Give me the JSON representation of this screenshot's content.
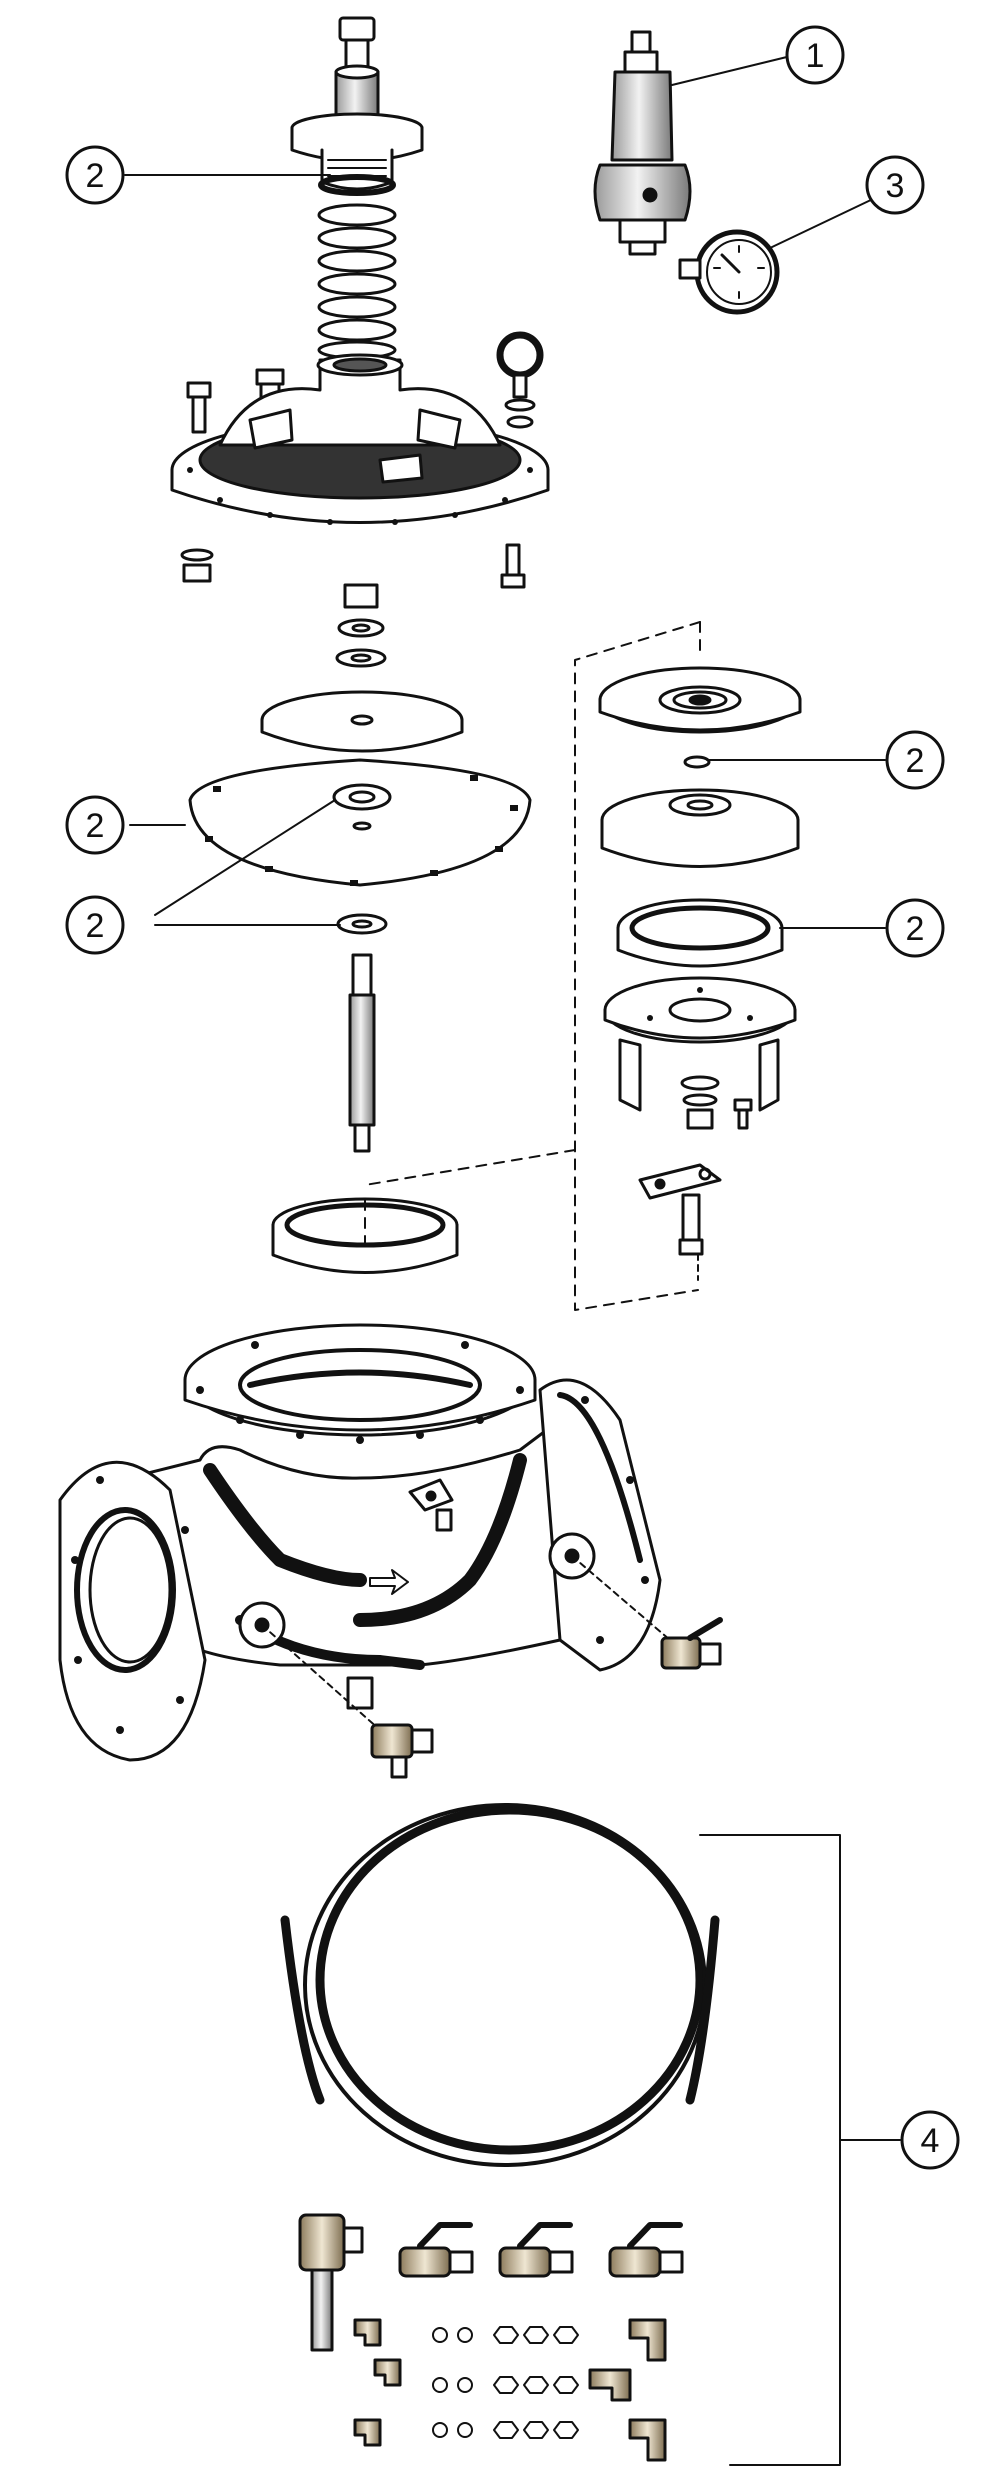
{
  "callouts": {
    "c1": "1",
    "c2": "2",
    "c3": "3",
    "c4": "4"
  },
  "colors": {
    "ink": "#111111",
    "paper": "#ffffff",
    "brass": "#c8b89a",
    "steel": "#bfbfbf"
  },
  "icons": {
    "pilot": "pressure-pilot-icon",
    "gauge": "pressure-gauge-icon",
    "valve_body": "valve-body-icon",
    "tubing": "tubing-coil-icon"
  }
}
